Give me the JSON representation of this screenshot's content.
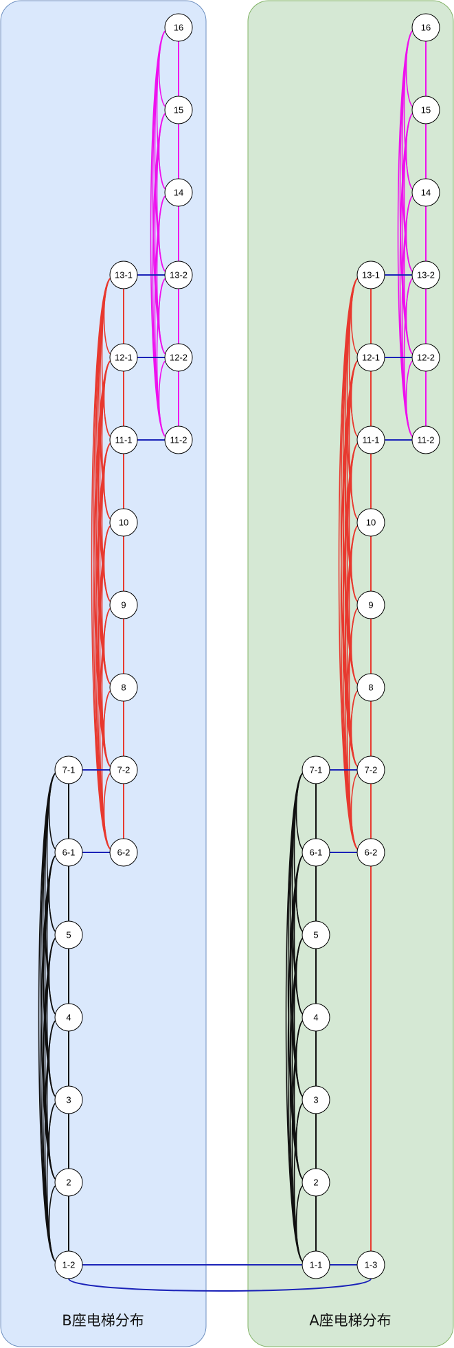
{
  "zones": [
    {
      "id": "B",
      "label": "B座电梯分布",
      "fill": "#dae8fc",
      "stroke": "#6c8ebf"
    },
    {
      "id": "A",
      "label": "A座电梯分布",
      "fill": "#d5e8d4",
      "stroke": "#82b366"
    }
  ],
  "colors": {
    "black_shaft": "#111111",
    "red_shaft": "#e8392f",
    "magenta_shaft": "#ee11ee",
    "transfer": "#1a22b8",
    "node_fill": "#ffffff",
    "node_stroke": "#000000"
  },
  "nodes": {
    "B": {
      "16": "16",
      "15": "15",
      "14": "14",
      "13-1": "13-1",
      "13-2": "13-2",
      "12-1": "12-1",
      "12-2": "12-2",
      "11-1": "11-1",
      "11-2": "11-2",
      "10": "10",
      "9": "9",
      "8": "8",
      "7-1": "7-1",
      "7-2": "7-2",
      "6-1": "6-1",
      "6-2": "6-2",
      "5": "5",
      "4": "4",
      "3": "3",
      "2": "2",
      "1-2": "1-2"
    },
    "A": {
      "16": "16",
      "15": "15",
      "14": "14",
      "13-1": "13-1",
      "13-2": "13-2",
      "12-1": "12-1",
      "12-2": "12-2",
      "11-1": "11-1",
      "11-2": "11-2",
      "10": "10",
      "9": "9",
      "8": "8",
      "7-1": "7-1",
      "7-2": "7-2",
      "6-1": "6-1",
      "6-2": "6-2",
      "5": "5",
      "4": "4",
      "3": "3",
      "2": "2",
      "1-1": "1-1",
      "1-3": "1-3"
    }
  }
}
